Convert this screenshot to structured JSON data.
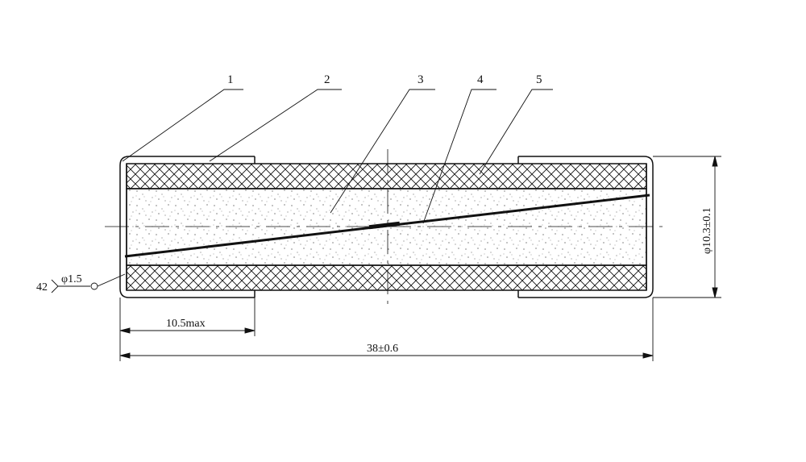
{
  "callouts": [
    "1",
    "2",
    "3",
    "4",
    "5"
  ],
  "dimensions": {
    "diameter": "φ10.3±0.1",
    "cap_length": "10.5max",
    "total_length": "38±0.6",
    "wire": "φ1.5",
    "wire_prefix": "42"
  },
  "colors": {
    "line": "#111111",
    "background": "#ffffff"
  }
}
